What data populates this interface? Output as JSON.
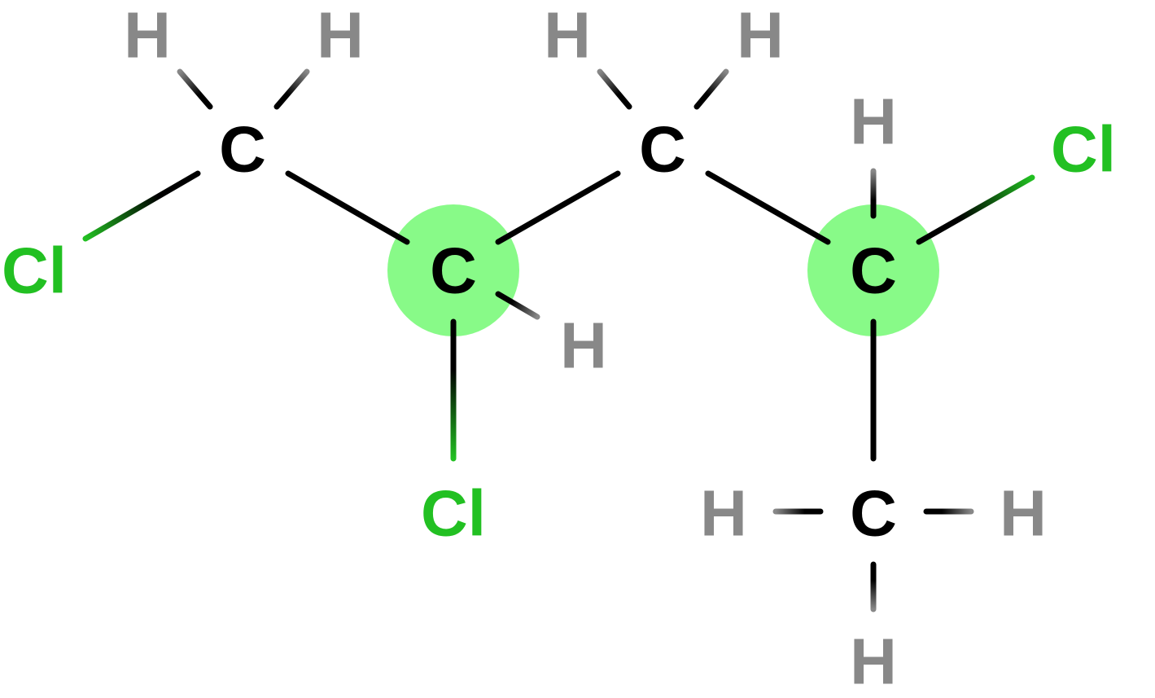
{
  "colors": {
    "carbon": "#000000",
    "hydrogen": "#888888",
    "chlorine": "#22c022",
    "highlight": "#88fa88",
    "background": "#ffffff"
  },
  "atoms": [
    {
      "id": "c1",
      "element": "C",
      "label": "C"
    },
    {
      "id": "c2",
      "element": "C",
      "label": "C",
      "highlighted": true
    },
    {
      "id": "c3",
      "element": "C",
      "label": "C"
    },
    {
      "id": "c4",
      "element": "C",
      "label": "C",
      "highlighted": true
    },
    {
      "id": "c5",
      "element": "C",
      "label": "C"
    },
    {
      "id": "h1a",
      "element": "H",
      "label": "H"
    },
    {
      "id": "h1b",
      "element": "H",
      "label": "H"
    },
    {
      "id": "cl1",
      "element": "Cl",
      "label": "Cl"
    },
    {
      "id": "h2",
      "element": "H",
      "label": "H"
    },
    {
      "id": "cl2",
      "element": "Cl",
      "label": "Cl"
    },
    {
      "id": "h3a",
      "element": "H",
      "label": "H"
    },
    {
      "id": "h3b",
      "element": "H",
      "label": "H"
    },
    {
      "id": "h4",
      "element": "H",
      "label": "H"
    },
    {
      "id": "cl4",
      "element": "Cl",
      "label": "Cl"
    },
    {
      "id": "h5a",
      "element": "H",
      "label": "H"
    },
    {
      "id": "h5b",
      "element": "H",
      "label": "H"
    },
    {
      "id": "h5c",
      "element": "H",
      "label": "H"
    }
  ],
  "bonds": [
    {
      "from": "c1",
      "to": "c2"
    },
    {
      "from": "c2",
      "to": "c3"
    },
    {
      "from": "c3",
      "to": "c4"
    },
    {
      "from": "c4",
      "to": "c5"
    },
    {
      "from": "c1",
      "to": "h1a"
    },
    {
      "from": "c1",
      "to": "h1b"
    },
    {
      "from": "c1",
      "to": "cl1"
    },
    {
      "from": "c2",
      "to": "h2"
    },
    {
      "from": "c2",
      "to": "cl2"
    },
    {
      "from": "c3",
      "to": "h3a"
    },
    {
      "from": "c3",
      "to": "h3b"
    },
    {
      "from": "c4",
      "to": "h4"
    },
    {
      "from": "c4",
      "to": "cl4"
    },
    {
      "from": "c5",
      "to": "h5a"
    },
    {
      "from": "c5",
      "to": "h5b"
    },
    {
      "from": "c5",
      "to": "h5c"
    }
  ]
}
